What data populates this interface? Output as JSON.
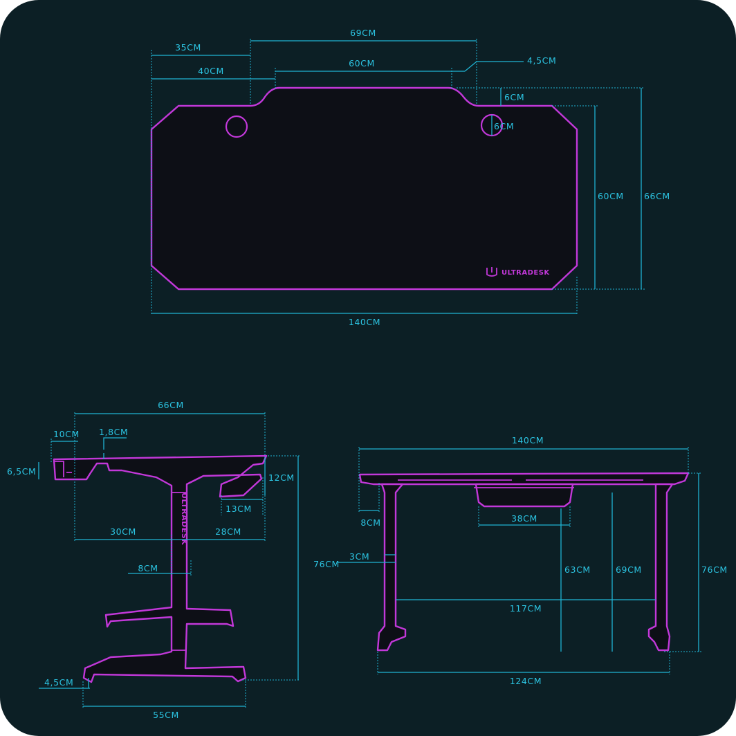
{
  "colors": {
    "background": "#0c1f25",
    "outline": "#c238d9",
    "dimension": "#1fb3d3",
    "fill": "#0d0f16"
  },
  "brand": "ULTRADESK",
  "top_view": {
    "d_35": "35CM",
    "d_40": "40CM",
    "d_69": "69CM",
    "d_60_width": "60CM",
    "d_4_5": "4,5CM",
    "d_6_notch": "6CM",
    "d_6_hole": "6CM",
    "d_60_depth": "60CM",
    "d_66": "66CM",
    "d_140": "140CM"
  },
  "side_view": {
    "d_66": "66CM",
    "d_10": "10CM",
    "d_1_8": "1,8CM",
    "d_6_5": "6,5CM",
    "d_12": "12CM",
    "d_13": "13CM",
    "d_30": "30CM",
    "d_28": "28CM",
    "d_8": "8CM",
    "d_76": "76CM",
    "d_4_5": "4,5CM",
    "d_55": "55CM"
  },
  "front_view": {
    "d_140": "140CM",
    "d_8": "8CM",
    "d_38": "38CM",
    "d_3": "3CM",
    "d_63": "63CM",
    "d_69": "69CM",
    "d_76": "76CM",
    "d_117": "117CM",
    "d_124": "124CM"
  }
}
